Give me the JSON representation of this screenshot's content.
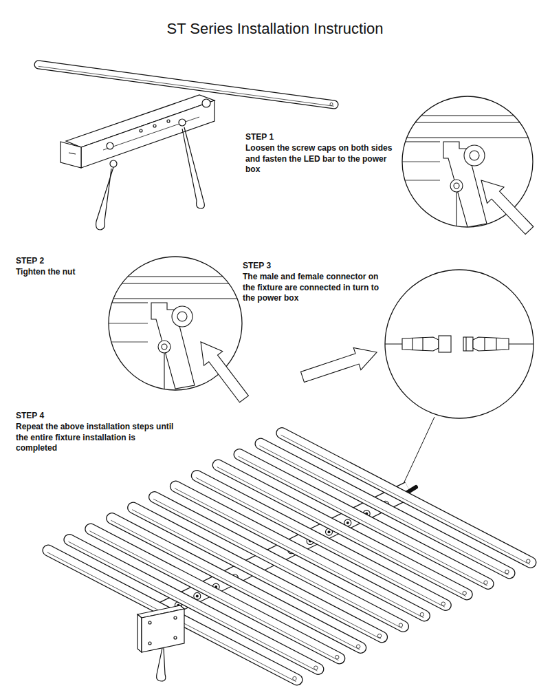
{
  "diagram": {
    "title": "ST Series Installation Instruction",
    "labels": [
      "STEP 1",
      "Loosen the screw caps on both sides and fasten the LED bar to the power box",
      "STEP 2",
      "Tighten the nut",
      "STEP 3",
      "The male and female connector on the fixture are connected in turn to the power box",
      "STEP 4",
      "Repeat the above installation steps until the entire fixture installation is completed"
    ]
  }
}
